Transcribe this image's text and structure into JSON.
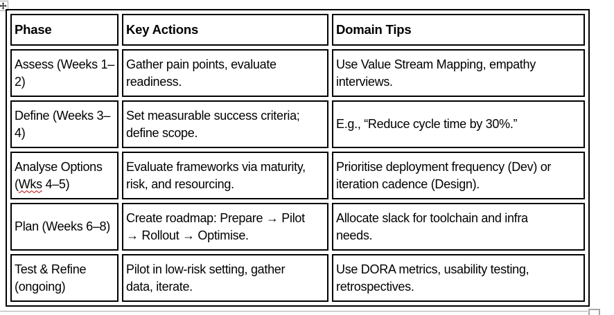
{
  "table": {
    "headers": {
      "phase": "Phase",
      "key_actions": "Key Actions",
      "domain_tips": "Domain Tips"
    },
    "rows": [
      {
        "phase": "Assess (Weeks 1–\n2)",
        "key_actions": "Gather pain points, evaluate\nreadiness.",
        "domain_tips": "Use Value Stream Mapping, empathy\ninterviews."
      },
      {
        "phase": "Define (Weeks 3–\n4)",
        "key_actions": "Set measurable success criteria;\ndefine scope.",
        "domain_tips": "E.g., “Reduce cycle time by 30%.”"
      },
      {
        "phase_pre": "Analyse Options\n(",
        "phase_misspelled": "Wks",
        "phase_post": " 4–5)",
        "key_actions": "Evaluate frameworks via maturity,\nrisk, and resourcing.",
        "domain_tips": "Prioritise deployment frequency (Dev) or\niteration cadence (Design)."
      },
      {
        "phase": "Plan (Weeks 6–8)",
        "key_actions": "Create roadmap: Prepare → Pilot\n→ Rollout → Optimise.",
        "domain_tips": "Allocate slack for toolchain and infra\nneeds."
      },
      {
        "phase": "Test & Refine\n(ongoing)",
        "key_actions": "Pilot in low-risk setting, gather\ndata, iterate.",
        "domain_tips": "Use DORA metrics, usability testing,\nretrospectives."
      }
    ]
  },
  "colors": {
    "cell_border": "#000000",
    "handle_border": "#a6a6a6",
    "page_edge_line": "#a8a8a8",
    "spellcheck_underline": "#c00000"
  },
  "icons": {
    "move_handle": "four-way-move-arrow"
  }
}
